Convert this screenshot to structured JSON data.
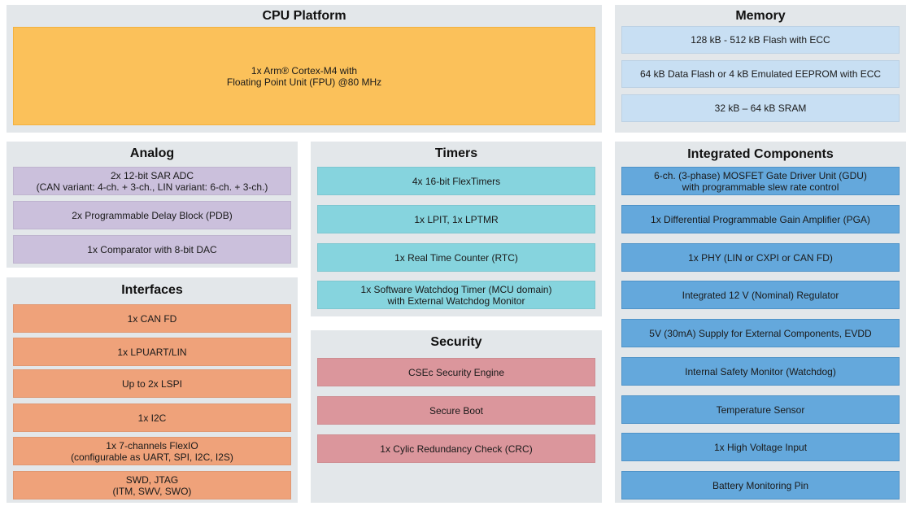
{
  "cpu_platform": {
    "title": "CPU Platform",
    "blocks": [
      "1x Arm® Cortex-M4 with\nFloating Point Unit (FPU) @80 MHz"
    ]
  },
  "memory": {
    "title": "Memory",
    "blocks": [
      "128 kB - 512 kB Flash with ECC",
      "64 kB Data Flash or 4 kB Emulated EEPROM with ECC",
      "32 kB – 64 kB SRAM"
    ]
  },
  "analog": {
    "title": "Analog",
    "blocks": [
      "2x 12-bit SAR ADC\n(CAN variant: 4-ch. + 3-ch., LIN variant: 6-ch. + 3-ch.)",
      "2x Programmable Delay Block (PDB)",
      "1x Comparator with 8-bit DAC"
    ]
  },
  "timers": {
    "title": "Timers",
    "blocks": [
      "4x 16-bit FlexTimers",
      "1x LPIT, 1x LPTMR",
      "1x Real Time Counter (RTC)",
      "1x Software Watchdog Timer (MCU domain)\nwith External Watchdog Monitor"
    ]
  },
  "integrated_components": {
    "title": "Integrated Components",
    "blocks": [
      "6-ch. (3-phase) MOSFET Gate Driver Unit (GDU)\nwith programmable slew rate control",
      "1x Differential Programmable Gain Amplifier (PGA)",
      "1x PHY (LIN or CXPI or CAN FD)",
      "Integrated 12 V (Nominal) Regulator",
      "5V (30mA) Supply for External Components, EVDD",
      "Internal Safety Monitor (Watchdog)",
      "Temperature Sensor",
      "1x High Voltage Input",
      "Battery Monitoring Pin"
    ]
  },
  "interfaces": {
    "title": "Interfaces",
    "blocks": [
      "1x CAN FD",
      "1x LPUART/LIN",
      "Up to 2x LSPI",
      "1x I2C",
      "1x 7-channels FlexIO\n(configurable as UART, SPI, I2C, I2S)",
      "SWD, JTAG\n(ITM, SWV, SWO)"
    ]
  },
  "security": {
    "title": "Security",
    "blocks": [
      "CSEc Security Engine",
      "Secure Boot",
      "1x Cylic Redundancy Check (CRC)"
    ]
  }
}
